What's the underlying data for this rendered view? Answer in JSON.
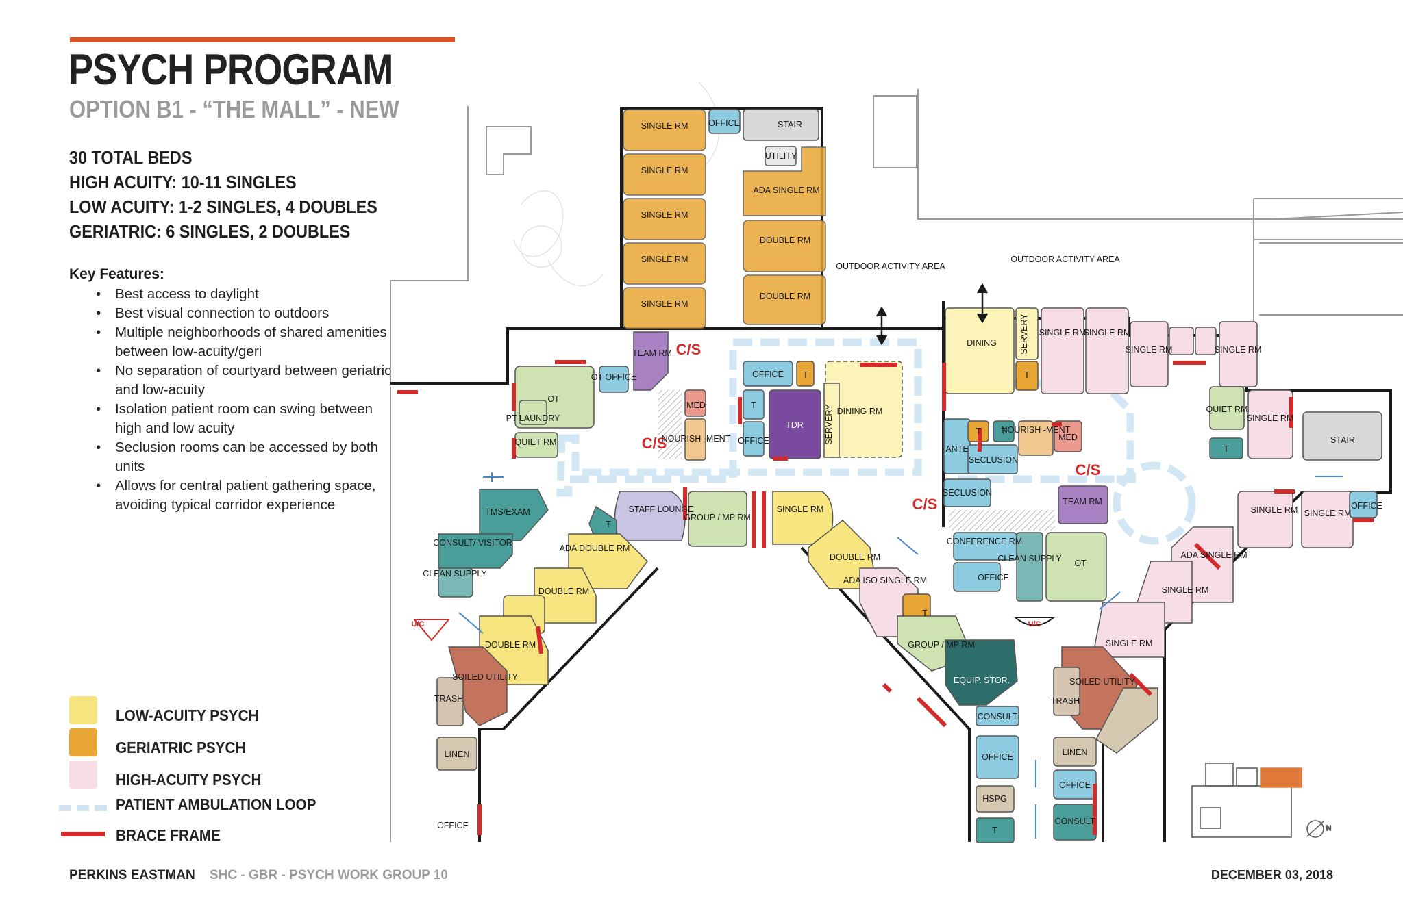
{
  "header": {
    "title": "PSYCH PROGRAM",
    "subtitle": "OPTION B1 - “THE MALL” - NEW"
  },
  "summary": [
    "30 TOTAL BEDS",
    "HIGH ACUITY: 10-11 SINGLES",
    "LOW ACUITY: 1-2 SINGLES, 4 DOUBLES",
    "GERIATRIC: 6 SINGLES, 2 DOUBLES"
  ],
  "key_features": {
    "title": "Key Features:",
    "items": [
      "Best access to daylight",
      "Best visual connection to outdoors",
      "Multiple neighborhoods of shared amenities between low-acuity/geri",
      "No separation of courtyard between geriatric and low-acuity",
      "Isolation patient room can swing between high and low acuity",
      "Seclusion rooms can be accessed by both units",
      "Allows for central patient gathering space, avoiding typical corridor experience"
    ]
  },
  "legend": [
    {
      "label": "LOW-ACUITY PSYCH",
      "color": "#f7e57f"
    },
    {
      "label": "GERIATRIC PSYCH",
      "color": "#e8a634"
    },
    {
      "label": "HIGH-ACUITY PSYCH",
      "color": "#f6dde6"
    },
    {
      "label": "PATIENT AMBULATION LOOP",
      "color": "#cfe3f2"
    },
    {
      "label": "BRACE FRAME",
      "color": "#d42a2a"
    }
  ],
  "colors": {
    "accent": "#d9532b",
    "geriatric": "#e8a634",
    "low_acuity": "#f7e57f",
    "high_acuity": "#f6dde6",
    "support_blue": "#8ccbe0",
    "green": "#cfe3b2",
    "teal": "#4a9e9a",
    "purple": "#a982c4",
    "brace": "#d42a2a",
    "loop": "#cfe3f2"
  },
  "plan_labels": {
    "single_rm": "SINGLE RM",
    "double_rm": "DOUBLE RM",
    "ada_single_rm": "ADA SINGLE RM",
    "ada_double_rm": "ADA DOUBLE RM",
    "ada_iso_single_rm": "ADA ISO SINGLE RM",
    "office": "OFFICE",
    "stair": "STAIR",
    "utility": "UTILITY",
    "outdoor_activity_area": "OUTDOOR ACTIVITY AREA",
    "team_rm": "TEAM RM",
    "cs": "C/S",
    "ot": "OT",
    "ot_office": "OT OFFICE",
    "pt_laundry": "PT LAUNDRY",
    "quiet_rm": "QUIET RM",
    "t": "T",
    "tdr": "TDR",
    "med": "MED",
    "nourishment": "NOURISH -MENT",
    "servery": "SERVERY",
    "dining_rm": "DINING RM",
    "dining": "DINING",
    "ante": "ANTE",
    "seclusion": "SECLUSION",
    "tms_exam": "TMS/EXAM",
    "consult_visitor": "CONSULT/ VISITOR",
    "clean_supply": "CLEAN SUPPLY",
    "staff_lounge": "STAFF LOUNGE",
    "group_mp_rm": "GROUP / MP RM",
    "conference_rm": "CONFERENCE RM",
    "uc": "U/C",
    "soiled_utility": "SOILED UTILITY",
    "trash": "TRASH",
    "linen": "LINEN",
    "equip_stor": "EQUIP. STOR.",
    "consult": "CONSULT",
    "hspg": "HSPG",
    "compass_n": "N"
  },
  "footer": {
    "org": "PERKINS EASTMAN",
    "project": "SHC - GBR - PSYCH WORK GROUP 10",
    "date": "DECEMBER 03, 2018"
  }
}
